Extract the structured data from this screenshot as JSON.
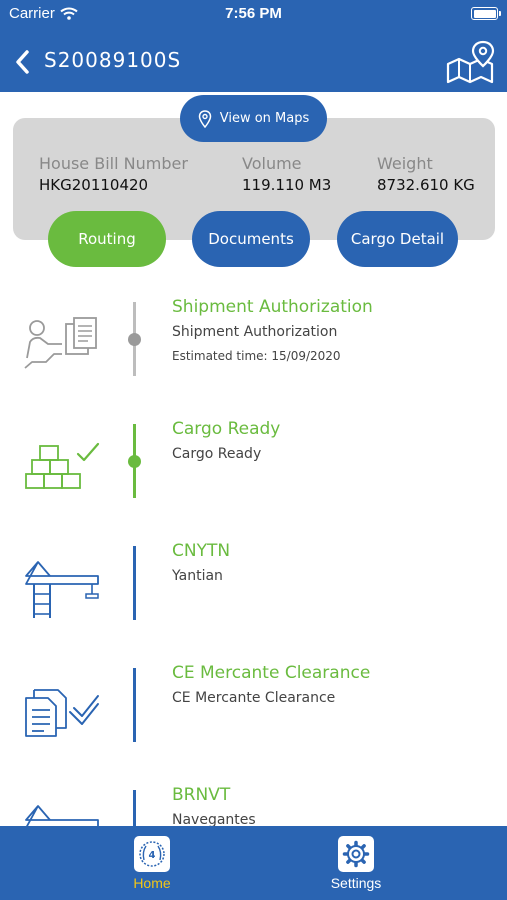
{
  "status_bar": {
    "carrier": "Carrier",
    "time": "7:56 PM"
  },
  "header": {
    "title": "S20089100S"
  },
  "view_maps_label": "View on Maps",
  "info": [
    {
      "label": "House Bill Number",
      "value": "HKG20110420"
    },
    {
      "label": "Volume",
      "value": "119.110 M3"
    },
    {
      "label": "Weight",
      "value": "8732.610 KG"
    }
  ],
  "tabs": [
    {
      "label": "Routing",
      "active": true
    },
    {
      "label": "Documents",
      "active": false
    },
    {
      "label": "Cargo Detail",
      "active": false
    }
  ],
  "timeline": [
    {
      "title": "Shipment Authorization",
      "subtitle": "Shipment Authorization",
      "estimated": "Estimated time: 15/09/2020",
      "icon": "document-handover-icon",
      "state": "done"
    },
    {
      "title": "Cargo Ready",
      "subtitle": "Cargo Ready",
      "icon": "cargo-boxes-check-icon",
      "state": "current"
    },
    {
      "title": "CNYTN",
      "subtitle": "Yantian",
      "icon": "port-crane-icon",
      "state": "pending"
    },
    {
      "title": "CE Mercante Clearance",
      "subtitle": "CE Mercante Clearance",
      "icon": "documents-check-icon",
      "state": "pending"
    },
    {
      "title": "BRNVT",
      "subtitle": "Navegantes",
      "icon": "port-crane-icon",
      "state": "pending"
    }
  ],
  "tab_bar": [
    {
      "label": "Home",
      "icon": "home-logo-icon",
      "active": true
    },
    {
      "label": "Settings",
      "icon": "gear-icon",
      "active": false
    }
  ],
  "colors": {
    "primary": "#2a64b2",
    "accent": "#6abb3f",
    "active_tab_label": "#f2c617",
    "card_bg": "#d6d6d6",
    "done_line": "#bdbdbd"
  }
}
